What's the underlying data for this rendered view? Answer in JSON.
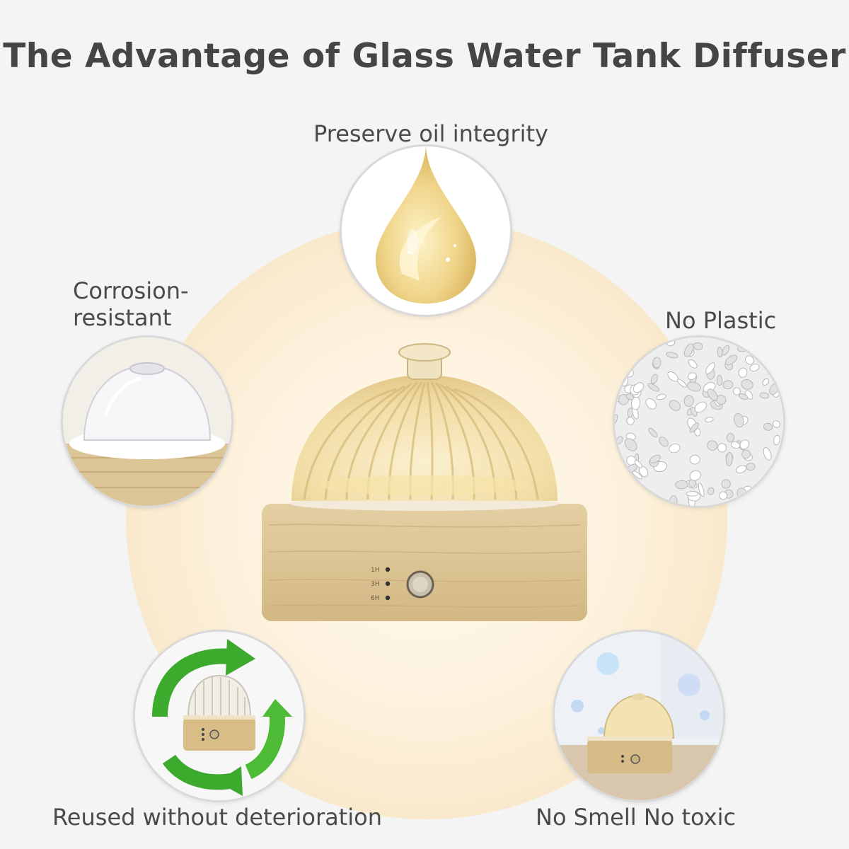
{
  "title": "The Advantage of Glass Water Tank Diffuser",
  "features": {
    "oil": "Preserve oil integrity",
    "corrosion": "Corrosion-\nresistant",
    "plastic": "No Plastic",
    "reuse": "Reused without deterioration",
    "smell": "No Smell No toxic"
  },
  "timer": {
    "options": [
      "1H",
      "3H",
      "6H"
    ]
  },
  "colors": {
    "background": "#f4f4f4",
    "glow": "#f8e6c6",
    "wood": "#dcc597",
    "glass_amber": "#f1dca4",
    "recycle_green": "#3caa2c"
  },
  "icons": [
    "oil-drop-icon",
    "glass-dome-icon",
    "pellets-icon",
    "recycle-arrows-icon",
    "bubbles-icon",
    "power-knob-icon"
  ]
}
